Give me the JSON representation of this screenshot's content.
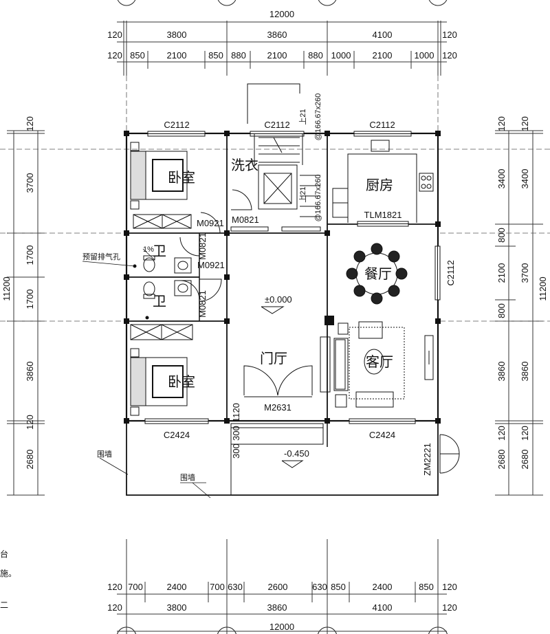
{
  "dimensions": {
    "top_total": "12000",
    "top_bays": [
      "120",
      "3800",
      "3860",
      "4100",
      "120"
    ],
    "top_detail": [
      "120",
      "850",
      "2100",
      "850",
      "880",
      "2100",
      "880",
      "1000",
      "2100",
      "1000",
      "120"
    ],
    "bottom_detail": [
      "120",
      "700",
      "2400",
      "700",
      "630",
      "2600",
      "630",
      "850",
      "2400",
      "850",
      "120"
    ],
    "bottom_bays": [
      "120",
      "3800",
      "3860",
      "4100",
      "120"
    ],
    "bottom_total": "12000",
    "left_total": "11200",
    "left_segments": [
      "120",
      "3700",
      "1700",
      "1700",
      "3860",
      "120",
      "2680"
    ],
    "right_total": "11200",
    "right_outer": [
      "120",
      "3400",
      "3700",
      "3860",
      "120",
      "2680"
    ],
    "right_inner": [
      "120",
      "3400",
      "800",
      "2100",
      "800",
      "3860",
      "120",
      "2680"
    ]
  },
  "windows": {
    "c2112_a": "C2112",
    "c2112_b": "C2112",
    "c2112_c": "C2112",
    "c2112_right": "C2112",
    "c2424_left": "C2424",
    "c2424_right": "C2424",
    "tlm1821": "TLM1821"
  },
  "doors": {
    "m0921_bed": "M0921",
    "m0821_wash": "M0821",
    "m0821_bath_a": "M0821",
    "m0921_bath": "M0921",
    "m0821_bath_b": "M0821",
    "m2631": "M2631",
    "zm2221": "ZM2221"
  },
  "rooms": {
    "bedroom_top": "卧室",
    "bedroom_bottom": "卧室",
    "laundry": "洗衣",
    "kitchen": "厨房",
    "dining": "餐厅",
    "living": "客厅",
    "hall": "门厅",
    "toilet_a": "卫",
    "toilet_b": "卫"
  },
  "annotations": {
    "vent": "预留排气孔",
    "slope": "1%",
    "level_hall": "±0.000",
    "level_yard": "-0.450",
    "wall_a": "围墙",
    "wall_b": "围墙",
    "stair_up_a": "上21",
    "stair_up_b": "上21",
    "stair_spec_a": "@166.67x260",
    "stair_spec_b": "@166.67x260",
    "step_1120": "1120",
    "step_300a": "300",
    "step_300b": "300",
    "edge_note_a": "台",
    "edge_note_b": "施。",
    "edge_note_c": "二"
  }
}
